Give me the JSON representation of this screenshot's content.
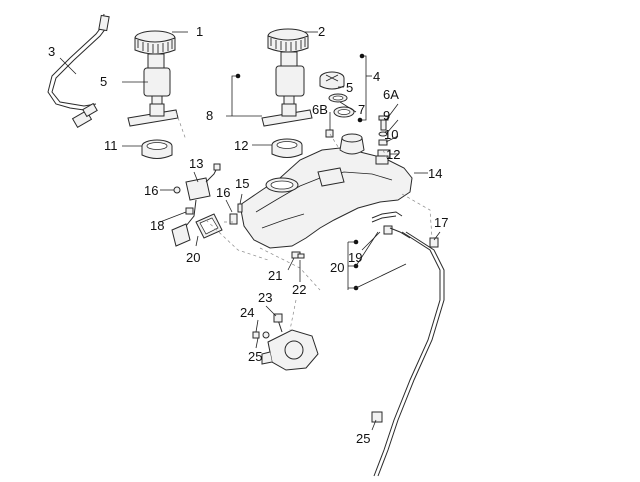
{
  "callouts": [
    {
      "id": "c1",
      "text": "1"
    },
    {
      "id": "c2",
      "text": "2"
    },
    {
      "id": "c3",
      "text": "3"
    },
    {
      "id": "c4",
      "text": "4"
    },
    {
      "id": "c5a",
      "text": "5"
    },
    {
      "id": "c5b",
      "text": "5"
    },
    {
      "id": "c6a",
      "text": "6A"
    },
    {
      "id": "c6b",
      "text": "6B"
    },
    {
      "id": "c7",
      "text": "7"
    },
    {
      "id": "c8",
      "text": "8"
    },
    {
      "id": "c9",
      "text": "9"
    },
    {
      "id": "c10",
      "text": "10"
    },
    {
      "id": "c11",
      "text": "11"
    },
    {
      "id": "c12a",
      "text": "12"
    },
    {
      "id": "c12b",
      "text": "12"
    },
    {
      "id": "c13",
      "text": "13"
    },
    {
      "id": "c14",
      "text": "14"
    },
    {
      "id": "c15",
      "text": "15"
    },
    {
      "id": "c16a",
      "text": "16"
    },
    {
      "id": "c16b",
      "text": "16"
    },
    {
      "id": "c17",
      "text": "17"
    },
    {
      "id": "c18",
      "text": "18"
    },
    {
      "id": "c19",
      "text": "19"
    },
    {
      "id": "c20a",
      "text": "20"
    },
    {
      "id": "c20b",
      "text": "20"
    },
    {
      "id": "c21",
      "text": "21"
    },
    {
      "id": "c22",
      "text": "22"
    },
    {
      "id": "c23",
      "text": "23"
    },
    {
      "id": "c24",
      "text": "24"
    },
    {
      "id": "c25a",
      "text": "25"
    },
    {
      "id": "c25b",
      "text": "25"
    }
  ]
}
